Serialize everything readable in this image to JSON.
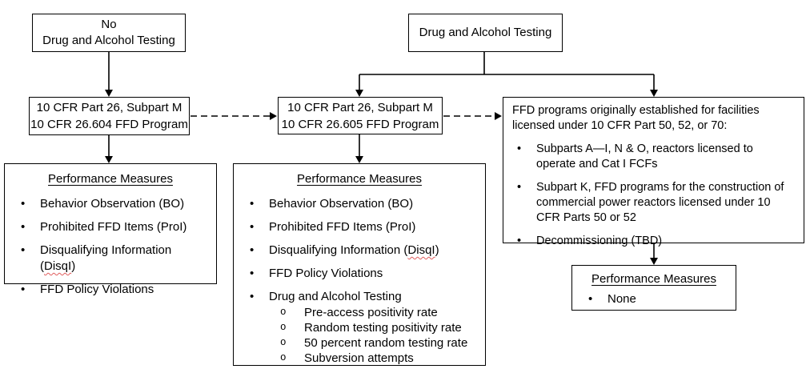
{
  "glyphs": {
    "bullet": "•",
    "sub_bullet": "o"
  },
  "colors": {
    "line": "#000000",
    "box_border": "#000000",
    "text": "#000000",
    "spellcheck_underline": "#e05d5d"
  },
  "boxes": {
    "no_testing": {
      "line1": "No",
      "line2": "Drug and Alcohol Testing"
    },
    "testing": {
      "label": "Drug and Alcohol Testing"
    },
    "program_604": {
      "line1": "10 CFR Part 26, Subpart M",
      "line2": "10 CFR 26.604 FFD Program"
    },
    "program_605": {
      "line1": "10 CFR Part 26, Subpart M",
      "line2": "10 CFR 26.605 FFD Program"
    },
    "legacy": {
      "intro": "FFD programs originally established for facilities licensed under 10 CFR Part 50, 52, or 70:",
      "bullets": [
        "Subparts A—I, N & O, reactors licensed to operate and Cat I FCFs",
        "Subpart K, FFD programs for the construction of commercial power reactors licensed under 10 CFR Parts 50 or 52",
        "Decommissioning (TBD)"
      ]
    },
    "pm_left": {
      "title": "Performance Measures",
      "items": [
        "Behavior Observation (BO)",
        "Prohibited FFD Items (ProI)",
        {
          "prefix": "Disqualifying Information (",
          "misspelled": "DisqI",
          "suffix": ")"
        },
        "FFD Policy Violations"
      ]
    },
    "pm_middle": {
      "title": "Performance Measures",
      "items": [
        "Behavior Observation (BO)",
        "Prohibited FFD Items (ProI)",
        {
          "prefix": "Disqualifying Information (",
          "misspelled": "DisqI",
          "suffix": ")"
        },
        "FFD Policy Violations",
        "Drug and Alcohol Testing"
      ],
      "sub_items": [
        "Pre-access positivity rate",
        "Random testing positivity rate",
        "50 percent random testing rate",
        "Subversion attempts"
      ]
    },
    "pm_none": {
      "title": "Performance Measures",
      "items": [
        "None"
      ]
    }
  }
}
